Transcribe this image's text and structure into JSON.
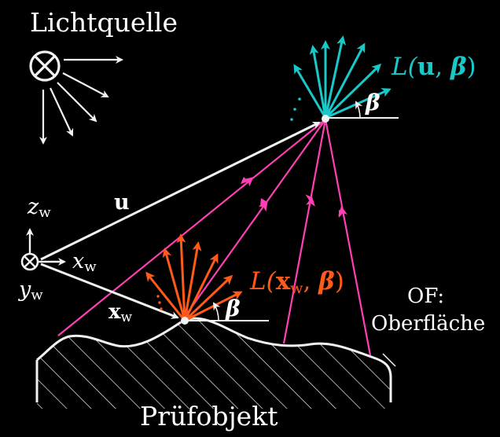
{
  "colors": {
    "background": "#000000",
    "foreground": "#f2f2f2",
    "cyan": "#19c8c8",
    "orange": "#ff5a1a",
    "magenta": "#ff3fb3"
  },
  "labels": {
    "light_source": "Lichtquelle",
    "radiance_at_u_prefix": "L(",
    "radiance_at_u_u": "u",
    "radiance_at_u_comma": ", ",
    "radiance_at_u_beta": "β",
    "radiance_at_u_suffix": ")",
    "beta_top": "β",
    "vector_u": "u",
    "axis_z": "z",
    "axis_z_sub": "w",
    "axis_x": "x",
    "axis_x_sub": "w",
    "axis_y": "y",
    "axis_y_sub": "w",
    "vector_x": "x",
    "vector_x_sub": "w",
    "radiance_at_x_prefix": "L(",
    "radiance_at_x_x": "x",
    "radiance_at_x_x_sub": "w",
    "radiance_at_x_comma": ", ",
    "radiance_at_x_beta": "β",
    "radiance_at_x_suffix": ")",
    "beta_bottom": "β",
    "of_label": "OF:",
    "surface_label": "Oberfläche",
    "test_object": "Prüfobjekt"
  },
  "icons": {
    "light_source": "light-source-symbol",
    "coordinate_origin": "coordinate-origin-symbol"
  }
}
